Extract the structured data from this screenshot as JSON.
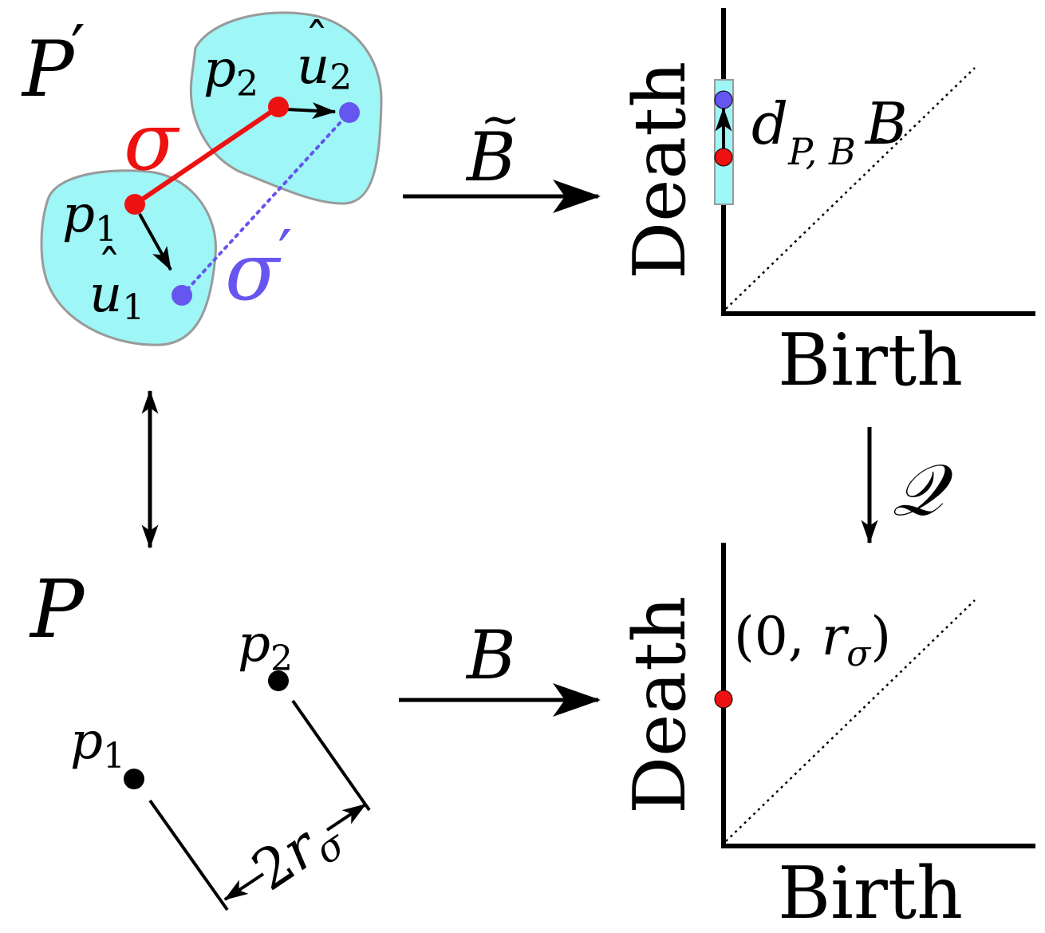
{
  "colors": {
    "blob_fill": "#9ef6f6",
    "blob_stroke": "#9a9a9a",
    "red": "#ee1111",
    "blue": "#6655ee",
    "black": "#000000"
  },
  "top_left": {
    "set_label": "P",
    "set_prime": "′",
    "p1": "p",
    "p1_sub": "1",
    "p2": "p",
    "p2_sub": "2",
    "u1": "u",
    "u1_hat": "ˆ",
    "u1_sub": "1",
    "u2": "u",
    "u2_hat": "ˆ",
    "u2_sub": "2",
    "sigma": "σ",
    "sigma_prime_base": "σ",
    "sigma_prime_mark": "′"
  },
  "bottom_left": {
    "set_label": "P",
    "p1": "p",
    "p1_sub": "1",
    "p2": "p",
    "p2_sub": "2",
    "distance_coef": "2",
    "distance_r": "r",
    "distance_sub": "σ"
  },
  "arrows": {
    "top_map": "B",
    "top_map_tilde": "~",
    "bottom_map": "B",
    "quantize": "𝒬"
  },
  "top_diagram": {
    "ylabel": "Death",
    "xlabel": "Birth",
    "shift_d": "d",
    "shift_sub": "P, B",
    "shift_tilde": "~",
    "shift_B": "B"
  },
  "bottom_diagram": {
    "ylabel": "Death",
    "xlabel": "Birth",
    "point_label_open": "(0, ",
    "point_label_r": "r",
    "point_label_sub": "σ",
    "point_label_close": ")"
  }
}
